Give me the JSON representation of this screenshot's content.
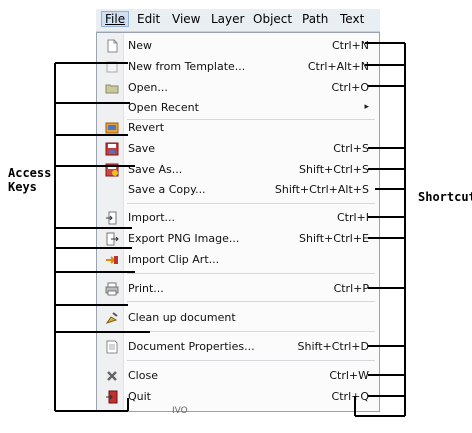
{
  "menubar": {
    "items": [
      "File",
      "Edit",
      "View",
      "Layer",
      "Object",
      "Path",
      "Text"
    ],
    "active_index": 0
  },
  "menu": {
    "items": [
      {
        "label": "New",
        "shortcut": "Ctrl+N",
        "icon": "new-document-icon"
      },
      {
        "label": "New from Template...",
        "shortcut": "Ctrl+Alt+N",
        "icon": "template-icon"
      },
      {
        "label": "Open...",
        "shortcut": "Ctrl+O",
        "icon": "folder-icon"
      },
      {
        "label": "Open Recent",
        "shortcut": "",
        "icon": "",
        "submenu_arrow": "▸"
      },
      {
        "label": "Revert",
        "shortcut": "",
        "icon": "revert-icon"
      },
      {
        "label": "Save",
        "shortcut": "Ctrl+S",
        "icon": "save-icon"
      },
      {
        "label": "Save As...",
        "shortcut": "Shift+Ctrl+S",
        "icon": "save-as-icon"
      },
      {
        "label": "Save a Copy...",
        "shortcut": "Shift+Ctrl+Alt+S",
        "icon": ""
      },
      {
        "label": "Import...",
        "shortcut": "Ctrl+I",
        "icon": "import-icon"
      },
      {
        "label": "Export PNG Image...",
        "shortcut": "Shift+Ctrl+E",
        "icon": "export-icon"
      },
      {
        "label": "Import Clip Art...",
        "shortcut": "",
        "icon": "clip-art-icon"
      },
      {
        "label": "Print...",
        "shortcut": "Ctrl+P",
        "icon": "printer-icon"
      },
      {
        "label": "Clean up document",
        "shortcut": "",
        "icon": "clean-up-icon"
      },
      {
        "label": "Document Properties...",
        "shortcut": "Shift+Ctrl+D",
        "icon": "document-properties-icon"
      },
      {
        "label": "Close",
        "shortcut": "Ctrl+W",
        "icon": "close-icon"
      },
      {
        "label": "Quit",
        "shortcut": "Ctrl+Q",
        "icon": "quit-icon"
      }
    ]
  },
  "annotations": {
    "access_keys_line1": "Access",
    "access_keys_line2": "Keys",
    "shortcuts": "Shortcuts"
  },
  "background_text": "IVO",
  "colors": {
    "menubar_bg": "#e9eef3",
    "menu_bg": "#fbfbfb",
    "annotation_lines": "#000000"
  }
}
